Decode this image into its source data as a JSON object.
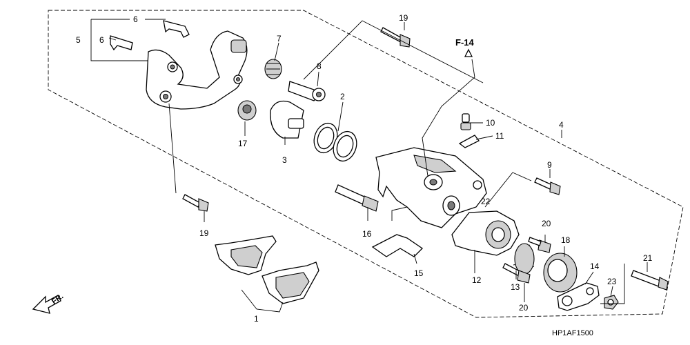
{
  "diagram": {
    "figure_code": "HP1AF1500",
    "reference": "F-14",
    "direction_label": "FR.",
    "callouts": {
      "c1": "1",
      "c2": "2",
      "c3": "3",
      "c4": "4",
      "c5": "5",
      "c6a": "6",
      "c6b": "6",
      "c7": "7",
      "c8": "8",
      "c9": "9",
      "c10": "10",
      "c11": "11",
      "c12": "12",
      "c13": "13",
      "c14": "14",
      "c15": "15",
      "c16": "16",
      "c17": "17",
      "c18": "18",
      "c19a": "19",
      "c19b": "19",
      "c20a": "20",
      "c20b": "20",
      "c21": "21",
      "c22": "22",
      "c23": "23"
    }
  }
}
